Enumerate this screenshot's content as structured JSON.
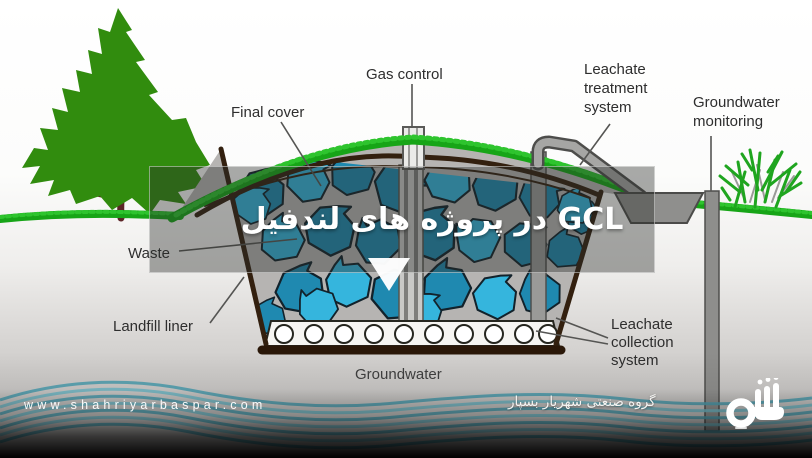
{
  "overlay": {
    "title": "GCL در پروژه های لندفیل",
    "caret_icon": "down-triangle-icon"
  },
  "diagram_labels": {
    "final_cover": "Final cover",
    "gas_control": "Gas control",
    "leachate_treatment_system": "Leachate treatment system",
    "groundwater_monitoring": "Groundwater monitoring",
    "waste": "Waste",
    "landfill_liner": "Landfill liner",
    "leachate_collection_system": "Leachate collection system",
    "groundwater": "Groundwater"
  },
  "watermark": {
    "website": "www.shahriyarbaspar.com",
    "company_name_fa": "گروه صنعتی شهریار بسپار",
    "logo_icon": "shahriyar-baspar-logo"
  },
  "colors": {
    "grass_green": "#17a517",
    "grass_light_green": "#2ec42e",
    "tree_green": "#318c0e",
    "trunk_brown": "#5c2527",
    "soil_gray": "#b6b4b2",
    "liner_dark_brown": "#33200f",
    "waste_blue": "#1f89b0",
    "waste_blue_light": "#35b5dd",
    "pipe_gray": "#a6a6a4",
    "wave_teal": "#4f9fb0",
    "overlay_tint": "rgba(42,44,42,0.40)",
    "label_text": "#2e2e2e",
    "watermark_text": "#ffffff"
  }
}
